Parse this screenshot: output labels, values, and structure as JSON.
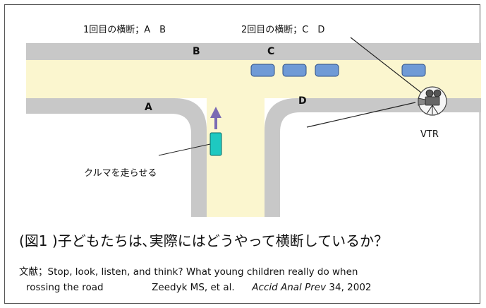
{
  "labels": {
    "first_crossing": "1回目の横断；A　B",
    "second_crossing": "2回目の横断；C　D",
    "letter_A": "A",
    "letter_B": "B",
    "letter_C": "C",
    "letter_D": "D",
    "vtr": "VTR",
    "car_caption": "クルマを走らせる"
  },
  "figure": {
    "paren_open": "(",
    "number": "図1 )",
    "title": "子どもたちは､実際にはどうやって横断しているか？"
  },
  "reference": {
    "line1": "文献；Stop, look, listen, and think? What young children really do when",
    "line2_start": "rossing the road",
    "authors": "Zeedyk MS, et al.",
    "journal": "Accid Anal Prev",
    "volume_year": " 34, 2002"
  },
  "colors": {
    "road_surface": "#fbf6cf",
    "curb": "#c8c8c8",
    "parked_car": "#6f9ad6",
    "moving_car": "#1ec9c1",
    "arrow": "#7b6bb3"
  }
}
